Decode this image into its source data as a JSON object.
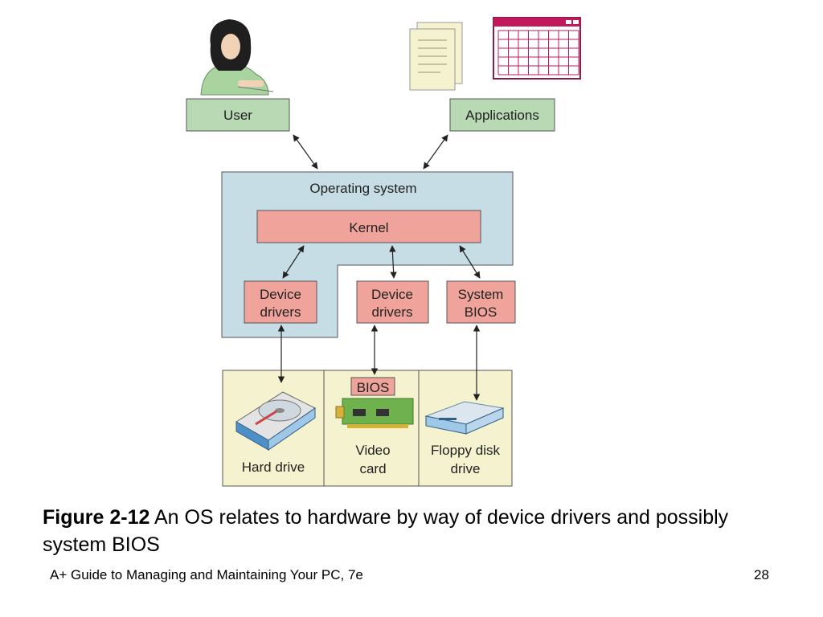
{
  "diagram": {
    "nodes": {
      "user": "User",
      "applications": "Applications",
      "os": "Operating system",
      "kernel": "Kernel",
      "driver1": [
        "Device",
        "drivers"
      ],
      "driver2": [
        "Device",
        "drivers"
      ],
      "bios": [
        "System",
        "BIOS"
      ],
      "video_bios_chip": "BIOS",
      "hard_drive": "Hard drive",
      "video_card": [
        "Video",
        "card"
      ],
      "floppy": [
        "Floppy disk",
        "drive"
      ]
    },
    "edges": [
      {
        "from": "User",
        "to": "Operating system",
        "bidirectional": true
      },
      {
        "from": "Applications",
        "to": "Operating system",
        "bidirectional": true
      },
      {
        "from": "Kernel",
        "to": "Device drivers",
        "bidirectional": true
      },
      {
        "from": "Kernel",
        "to": "Device drivers",
        "bidirectional": true
      },
      {
        "from": "Kernel",
        "to": "System BIOS",
        "bidirectional": true
      },
      {
        "from": "Device drivers",
        "to": "Hard drive",
        "bidirectional": true
      },
      {
        "from": "Device drivers",
        "to": "Video card",
        "bidirectional": true
      },
      {
        "from": "System BIOS",
        "to": "Floppy disk drive",
        "bidirectional": true
      }
    ],
    "colors": {
      "green_box": "#b9d9b5",
      "os_box": "#c7dde6",
      "red_box": "#f0a39a",
      "hardware_box": "#f5f2cf"
    }
  },
  "caption": {
    "figure_label": "Figure 2-12",
    "text": " An OS relates to hardware by way of device drivers and possibly system BIOS"
  },
  "footer": {
    "book_title": "A+ Guide to Managing and Maintaining Your PC, 7e",
    "page_number": "28"
  }
}
